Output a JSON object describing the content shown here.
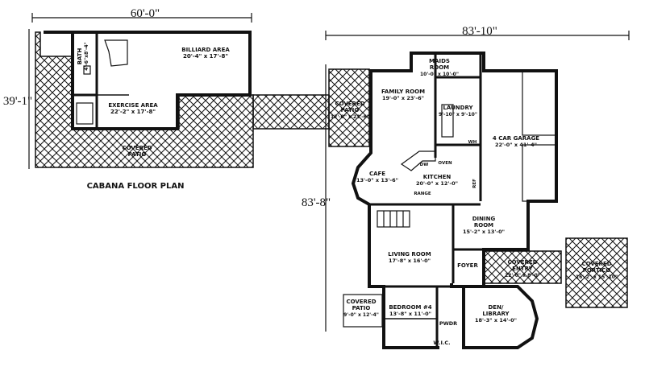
{
  "dimensions": {
    "cabana_width": "60'-0\"",
    "cabana_depth": "39'-1\"",
    "house_width": "83'-10\"",
    "house_depth": "83'-8\""
  },
  "cabana": {
    "title": "CABANA FLOOR PLAN",
    "rooms": {
      "bath": {
        "name": "BATH",
        "size": "4'-6\"x8'-4\""
      },
      "billiard": {
        "name": "BILLIARD AREA",
        "size": "20'-4\" x 17'-8\""
      },
      "exercise": {
        "name": "EXERCISE AREA",
        "size": "22'-2\" x 17'-8\""
      },
      "patio": {
        "name": "COVERED",
        "name2": "PATIO"
      }
    }
  },
  "house": {
    "rooms": {
      "maids": {
        "name": "MAIDS",
        "name2": "ROOM",
        "size": "10'-0\" x 10'-0\""
      },
      "family": {
        "name": "FAMILY ROOM",
        "size": "19'-0\" x 23'-6\""
      },
      "covered_patio_top": {
        "name": "COVERED",
        "name2": "PATIO",
        "size": "12'-0\" x 23'-6\""
      },
      "laundry": {
        "name": "LAUNDRY",
        "size": "9'-10\" x 9'-10\""
      },
      "garage": {
        "name": "4 CAR GARAGE",
        "size": "22'-0\" x 41'-4\""
      },
      "cafe": {
        "name": "CAFE",
        "size": "13'-0\" x 13'-6\""
      },
      "kitchen": {
        "name": "KITCHEN",
        "size": "20'-0\" x 12'-0\""
      },
      "dining": {
        "name": "DINING",
        "name2": "ROOM",
        "size": "15'-2\" x 13'-0\""
      },
      "living": {
        "name": "LIVING ROOM",
        "size": "17'-8\" x 16'-0\""
      },
      "foyer": {
        "name": "FOYER"
      },
      "covered_entry": {
        "name": "COVERED",
        "name2": "ENTRY",
        "size": "22'-0\" x 8'-0\""
      },
      "portico": {
        "name": "COVERED",
        "name2": "PORTICO",
        "size": "16'-2\" x 15'-10\""
      },
      "covered_patio_bottom": {
        "name": "COVERED",
        "name2": "PATIO",
        "size": "9'-0\" x 12'-4\""
      },
      "bedroom4": {
        "name": "BEDROOM #4",
        "size": "13'-8\" x 11'-0\""
      },
      "den": {
        "name": "DEN/",
        "name2": "LIBRARY",
        "size": "18'-3\" x 14'-0\""
      },
      "pwdr": {
        "name": "PWDR"
      },
      "wic": {
        "name": "W.I.C."
      }
    },
    "fixtures": {
      "dw": "DW",
      "oven": "OVEN",
      "range": "RANGE",
      "ref": "REF",
      "wh": "WH"
    }
  }
}
